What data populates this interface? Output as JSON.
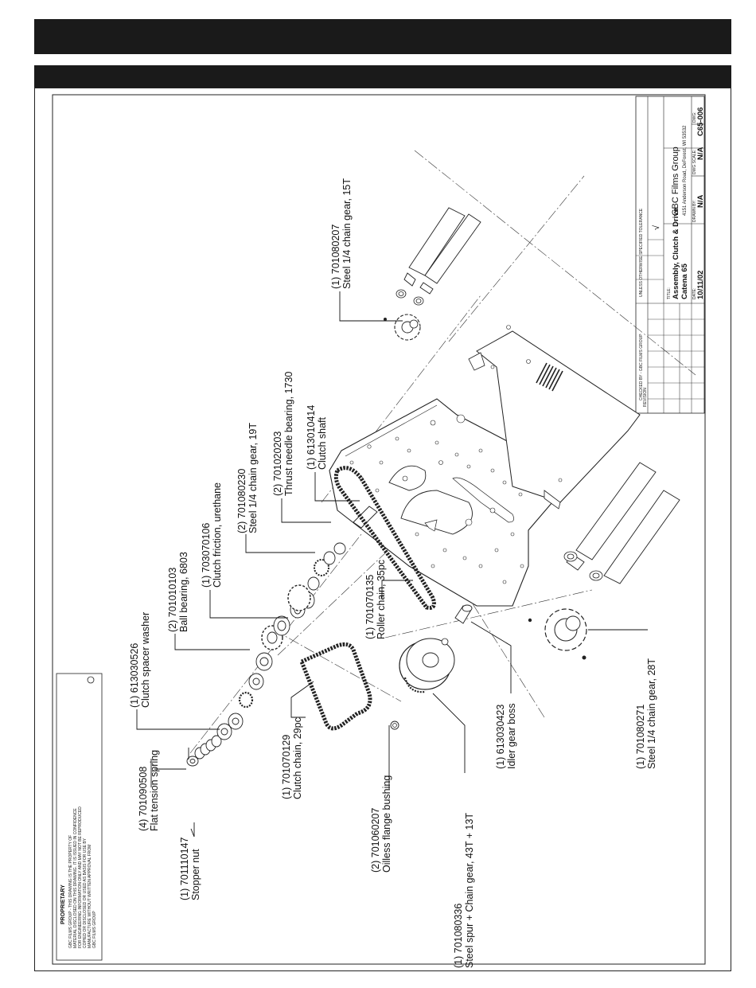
{
  "parts": [
    {
      "num": "(1) 613030526",
      "name": "Clutch spacer washer"
    },
    {
      "num": "(2) 701010103",
      "name": "Ball bearing, 6803"
    },
    {
      "num": "(1) 703070106",
      "name": "Clutch friction, urethane"
    },
    {
      "num": "(2) 701080230",
      "name": "Steel 1/4 chain gear, 19T"
    },
    {
      "num": "(2) 701020203",
      "name": "Thrust needle bearing, 1730"
    },
    {
      "num": "(1) 613010414",
      "name": "Clutch shaft"
    },
    {
      "num": "(1) 701080207",
      "name": "Steel 1/4 chain gear, 15T"
    },
    {
      "num": "(4) 701090508",
      "name": "Flat tension spring"
    },
    {
      "num": "(1) 701110147",
      "name": "Stopper nut"
    },
    {
      "num": "(1) 701070129",
      "name": "Clutch chain, 29pc"
    },
    {
      "num": "(1) 701070135",
      "name": "Roller chain, 35pc"
    },
    {
      "num": "(2) 701060207",
      "name": "Oilless flange bushing"
    },
    {
      "num": "(1) 701080336",
      "name": "Steel spur + Chain gear, 43T + 13T"
    },
    {
      "num": "(1) 613030423",
      "name": "Idler gear boss"
    },
    {
      "num": "(1) 701080271",
      "name": "Steel 1/4 chain gear, 28T"
    }
  ],
  "proprietary": {
    "heading": "PROPRIETARY",
    "lines": [
      "GBC FILMS GROUP - THIS DRAWING IS THE PROPERTY OF",
      "MATERIAL DISCLOSED ON THIS DRAWING. IT IS ISSUED IN CONFIDENCE",
      "FOR ENGINEERING INFORMATION ONLY AND MAY NOT BE REPRODUCED",
      "COPIED OR DISCLOSED OR USED AS BASIS FOR USE BY",
      "MANUFACTURE WITHOUT WRITTEN APPROVAL FROM",
      "GBC FILMS GROUP"
    ]
  },
  "title_block": {
    "company": "GBC Films Group",
    "address": "4151 Anderson Road, DeForest, WI 53532",
    "title_label": "TITLE:",
    "title_line1": "Assembly, Clutch & Drive",
    "title_line2": "Catena 65",
    "date_label": "DATE:",
    "date": "10/11/02",
    "drawn_by_label": "DRAWN BY:",
    "drawn_by": "N/A",
    "scale_label": "DWG SCALE:",
    "scale": "N/A",
    "dwg_label": "DWG:",
    "dwg_no": "C65-006",
    "revision_label": "REVISION",
    "checked_label": "CHECKED BY - GBC FILMS GROUP",
    "tolerance_label": "UNLESS OTHERWISE SPECIFIED TOLERANCE",
    "finish_mark": "√"
  }
}
